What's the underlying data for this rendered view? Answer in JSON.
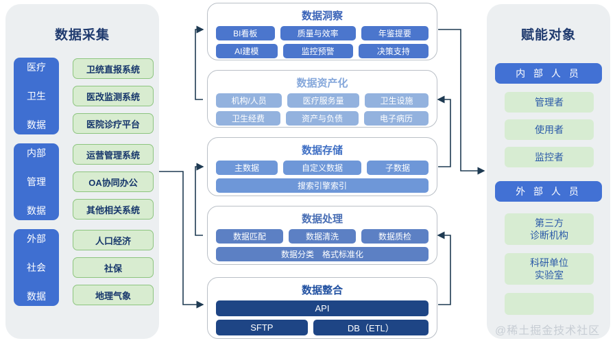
{
  "left_panel": {
    "title": "数据采集",
    "categories": [
      {
        "label_lines": [
          "医疗",
          "卫生",
          "数据"
        ],
        "sources": [
          "卫统直报系统",
          "医改监测系统",
          "医院诊疗平台"
        ]
      },
      {
        "label_lines": [
          "内部",
          "管理",
          "数据"
        ],
        "sources": [
          "运营管理系统",
          "OA协同办公",
          "其他相关系统"
        ]
      },
      {
        "label_lines": [
          "外部",
          "社会",
          "数据"
        ],
        "sources": [
          "人口经济",
          "社保",
          "地理气象"
        ]
      }
    ]
  },
  "center_stages": [
    {
      "id": "insight",
      "title": "数据洞察",
      "rows": [
        [
          "BI看板",
          "质量与效率",
          "年鉴提要"
        ],
        [
          "AI建模",
          "监控预警",
          "决策支持"
        ]
      ]
    },
    {
      "id": "asset",
      "title": "数据资产化",
      "rows": [
        [
          "机构/人员",
          "医疗服务量",
          "卫生设施"
        ],
        [
          "卫生经费",
          "资产与负债",
          "电子病历"
        ]
      ]
    },
    {
      "id": "storage",
      "title": "数据存储",
      "rows": [
        [
          "主数据",
          "自定义数据",
          "子数据"
        ],
        [
          "搜索引擎索引"
        ]
      ]
    },
    {
      "id": "process",
      "title": "数据处理",
      "rows": [
        [
          "数据匹配",
          "数据清洗",
          "数据质检"
        ],
        [
          "数据分类　格式标准化"
        ]
      ]
    },
    {
      "id": "integr",
      "title": "数据整合",
      "rows": [
        [
          "API"
        ],
        [
          "SFTP",
          "DB（ETL）"
        ]
      ]
    }
  ],
  "right_panel": {
    "title": "赋能对象",
    "groups": [
      {
        "label": "内 部 人 员",
        "targets": [
          {
            "lines": [
              "管理者"
            ]
          },
          {
            "lines": [
              "使用者"
            ]
          },
          {
            "lines": [
              "监控者"
            ]
          }
        ]
      },
      {
        "label": "外 部 人 员",
        "targets": [
          {
            "lines": [
              "第三方",
              "诊断机构"
            ]
          },
          {
            "lines": [
              "科研单位",
              "实验室"
            ]
          },
          {
            "lines": [
              ""
            ]
          }
        ]
      }
    ]
  },
  "watermark": "@稀土掘金技术社区",
  "colors": {
    "panel_bg": "#eceff1",
    "category_blue": "#3f6fd1",
    "source_green": "#d8ecd0",
    "source_green_border": "#8cc47e",
    "title_navy": "#1f3a6e",
    "wire": "#1e3a52",
    "integration_navy": "#1e4585"
  }
}
